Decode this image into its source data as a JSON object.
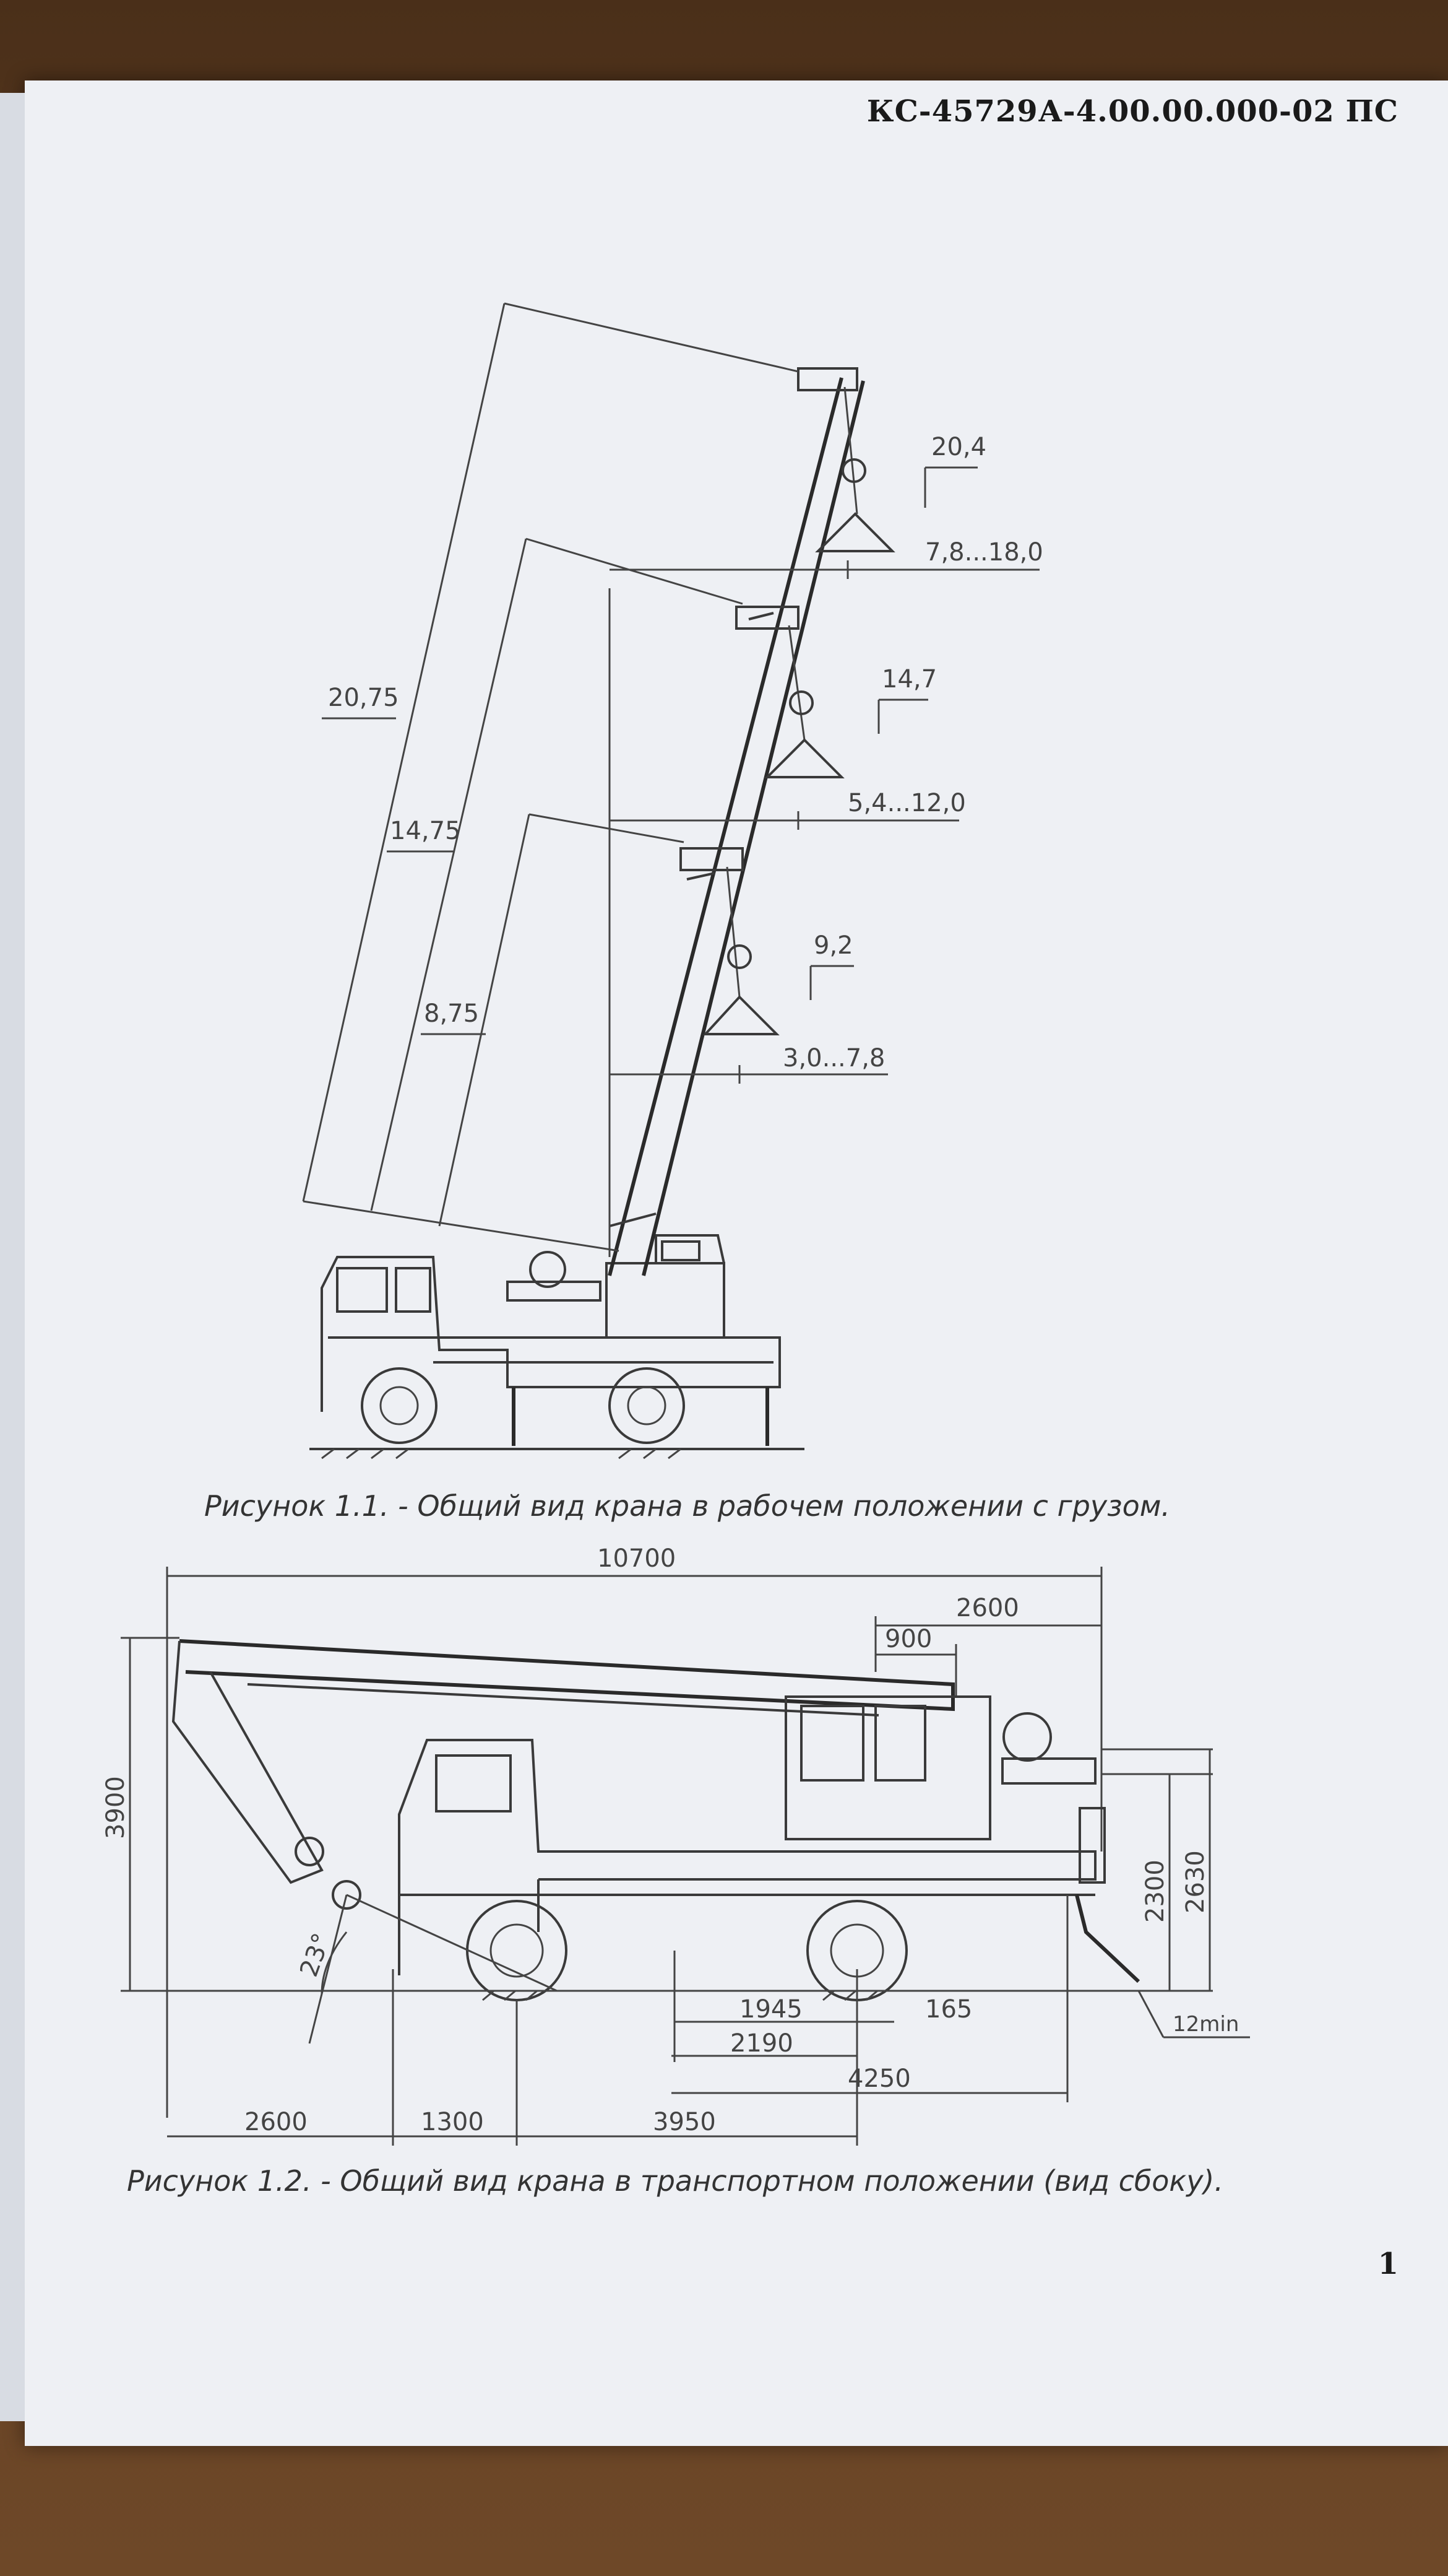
{
  "header": {
    "doc_code": "КС-45729А-4.00.00.000-02 ПС"
  },
  "figure1": {
    "caption": "Рисунок 1.1. - Общий вид крана в рабочем положении с грузом.",
    "boom_lengths": [
      "20,75",
      "14,75",
      "8,75"
    ],
    "lift_heights": [
      "20,4",
      "14,7",
      "9,2"
    ],
    "reach_ranges": [
      "7,8...18,0",
      "5,4...12,0",
      "3,0...7,8"
    ]
  },
  "figure2": {
    "caption": "Рисунок 1.2. -  Общий вид крана в транспортном положении (вид сбоку).",
    "dims": {
      "overall_length": "10700",
      "rear_2600": "2600",
      "rear_900": "900",
      "height_3900": "3900",
      "height_2300": "2300",
      "height_2630": "2630",
      "clearance": "12min",
      "angle": "23°",
      "d1945": "1945",
      "d165": "165",
      "d2190": "2190",
      "d4250": "4250",
      "front_2600": "2600",
      "d1300": "1300",
      "d3950": "3950"
    }
  },
  "footer": {
    "page_number": "1"
  }
}
